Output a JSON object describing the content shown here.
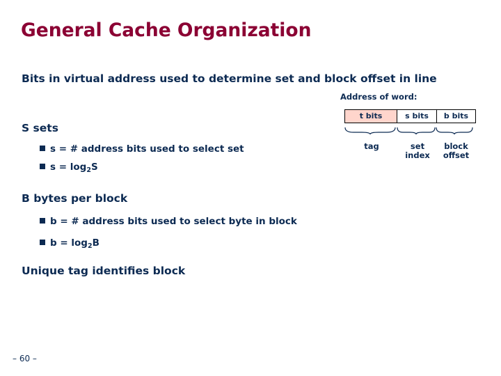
{
  "slide": {
    "title": "General Cache Organization",
    "bullets": [
      {
        "level": 1,
        "text": "Bits in virtual address used to determine set and block offset in line"
      },
      {
        "level": 1,
        "text": "S sets"
      },
      {
        "level": 2,
        "text": "s = # address bits used to select set"
      },
      {
        "level": 2,
        "text_pre": "s = log",
        "sub": "2",
        "text_post": "S"
      },
      {
        "level": 1,
        "text": "B bytes per block"
      },
      {
        "level": 2,
        "text": "b = # address bits used to select byte in block"
      },
      {
        "level": 2,
        "text_pre": "b = log",
        "sub": "2",
        "text_post": "B"
      },
      {
        "level": 1,
        "text": "Unique tag identifies block"
      }
    ],
    "diagram": {
      "caption": "Address of word:",
      "cells": [
        {
          "label": "t bits",
          "color": "#ffd5cc"
        },
        {
          "label": "s bits",
          "color": "#ffffff"
        },
        {
          "label": "b bits",
          "color": "#ffffff"
        }
      ],
      "annotations": [
        {
          "line1": "tag",
          "line2": ""
        },
        {
          "line1": "set",
          "line2": "index"
        },
        {
          "line1": "block",
          "line2": "offset"
        }
      ]
    },
    "footer": "– 60 –"
  }
}
